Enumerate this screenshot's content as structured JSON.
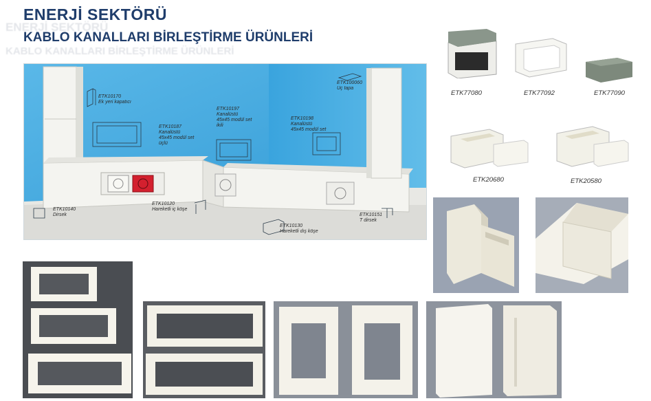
{
  "header": {
    "title": "ENERJİ SEKTÖRÜ",
    "subtitle": "KABLO KANALLARI BİRLEŞTİRME ÜRÜNLERİ"
  },
  "diagram_labels": {
    "etk10170": "ETK10170\nEk yeri kapatıcı",
    "etk10187": "ETK10187\nKanalüstü\n45x45 modül set\nüçlü",
    "etk10197": "ETK10197\nKanalüstü\n45x45 modül set\nikili",
    "etk10198": "ETK10198\nKanalüstü\n45x45 modül set",
    "etk100060": "ETK100060\nUç tapa",
    "etk10140": "ETK10140\nDirsek",
    "etk10120": "ETK10120\nHareketli iç köşe",
    "etk10130": "ETK10130\nHareketli dış köşe",
    "etk10151": "ETK10151\nT dirsek"
  },
  "product_codes": {
    "p1": "ETK77080",
    "p2": "ETK77092",
    "p3": "ETK77090",
    "p4": "ETK20680",
    "p5": "ETK20580"
  },
  "colors": {
    "title": "#1f3d6b",
    "wall_blue": "#3fa9e0",
    "trunking_white": "#f3f3ef",
    "socket_red": "#d3202e"
  }
}
